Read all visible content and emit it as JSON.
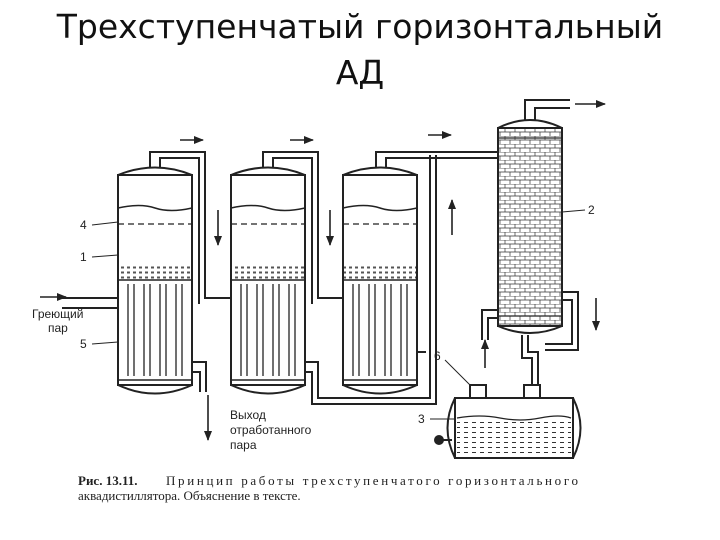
{
  "title": {
    "line1": "Трехступенчатый горизонтальный",
    "line2": "АД"
  },
  "labels": {
    "n4": "4",
    "n1": "1",
    "n5": "5",
    "n2": "2",
    "n6": "6",
    "n3": "3",
    "steam_in_1": "Греющий",
    "steam_in_2": "пар",
    "exhaust_1": "Выход",
    "exhaust_2": "отработанного",
    "exhaust_3": "пара"
  },
  "caption": {
    "prefix": "Рис. 13.11.",
    "line1": "Принцип работы трехступенчатого горизонтального",
    "line2": "аквадистиллятора. Объяснение в тексте."
  },
  "colors": {
    "ink": "#222222",
    "background": "#ffffff"
  }
}
